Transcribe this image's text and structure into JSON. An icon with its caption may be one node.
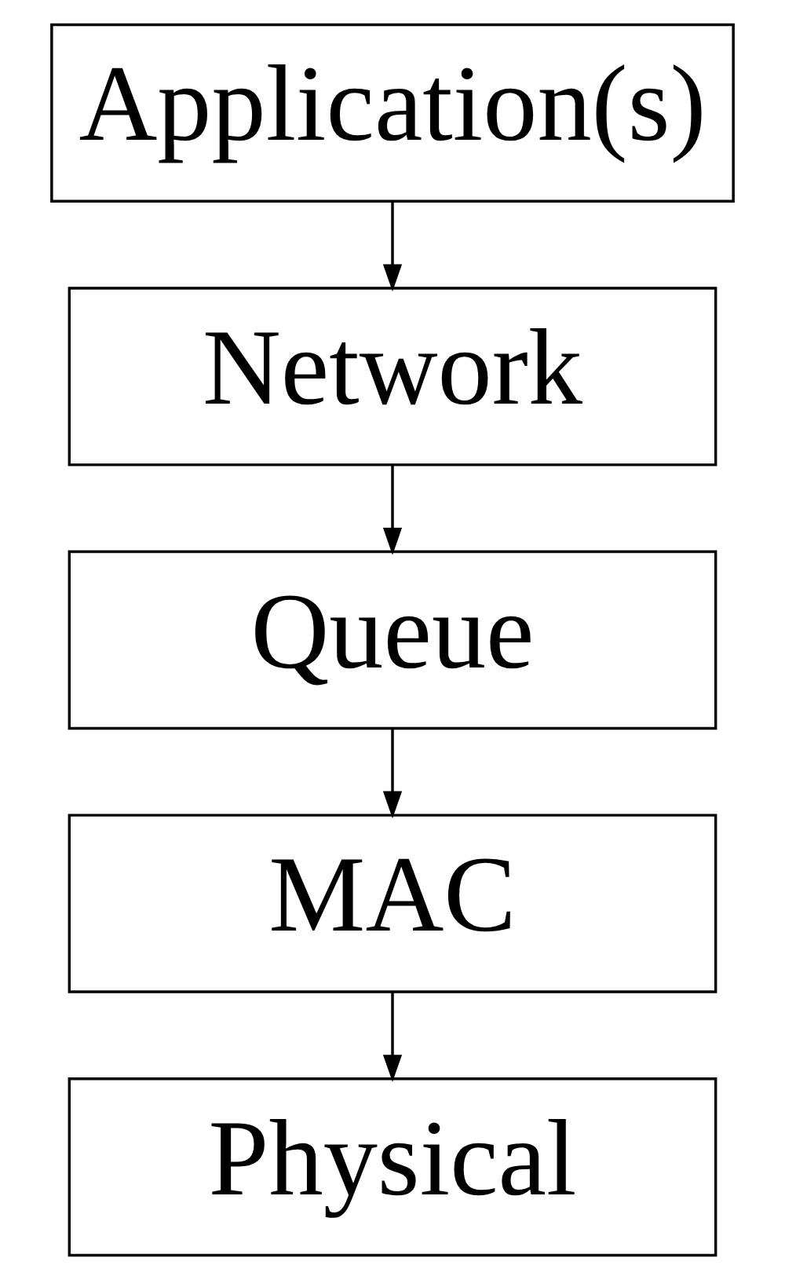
{
  "diagram": {
    "nodes": [
      {
        "text": [
          "Application(s)"
        ]
      },
      {
        "text": [
          "Network"
        ]
      },
      {
        "text": [
          "Queue"
        ]
      },
      {
        "text": [
          "MAC"
        ]
      },
      {
        "text": [
          "Physical"
        ]
      }
    ],
    "edges": [
      {
        "from": 0,
        "to": 1,
        "arrow": "to"
      },
      {
        "from": 1,
        "to": 2,
        "arrow": "to"
      },
      {
        "from": 2,
        "to": 3,
        "arrow": "to"
      },
      {
        "from": 3,
        "to": 4,
        "arrow": "to"
      }
    ]
  }
}
